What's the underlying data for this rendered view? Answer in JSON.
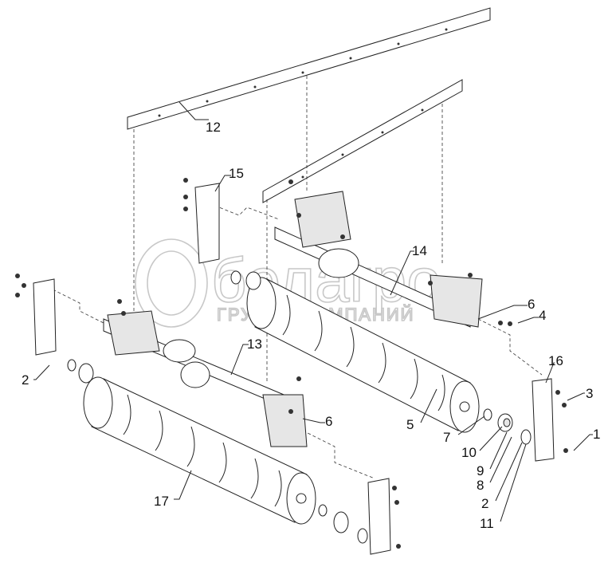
{
  "watermark": {
    "brand": "белагро",
    "subtitle": "ГРУППА КОМПАНИЙ"
  },
  "callouts": [
    {
      "id": "c12",
      "text": "12"
    },
    {
      "id": "c15",
      "text": "15"
    },
    {
      "id": "c14",
      "text": "14"
    },
    {
      "id": "c6a",
      "text": "6"
    },
    {
      "id": "c4",
      "text": "4"
    },
    {
      "id": "c13",
      "text": "13"
    },
    {
      "id": "c2a",
      "text": "2"
    },
    {
      "id": "c16",
      "text": "16"
    },
    {
      "id": "c3",
      "text": "3"
    },
    {
      "id": "c1",
      "text": "1"
    },
    {
      "id": "c6b",
      "text": "6"
    },
    {
      "id": "c5",
      "text": "5"
    },
    {
      "id": "c7",
      "text": "7"
    },
    {
      "id": "c10",
      "text": "10"
    },
    {
      "id": "c9",
      "text": "9"
    },
    {
      "id": "c8",
      "text": "8"
    },
    {
      "id": "c2b",
      "text": "2"
    },
    {
      "id": "c11",
      "text": "11"
    },
    {
      "id": "c17",
      "text": "17"
    }
  ]
}
